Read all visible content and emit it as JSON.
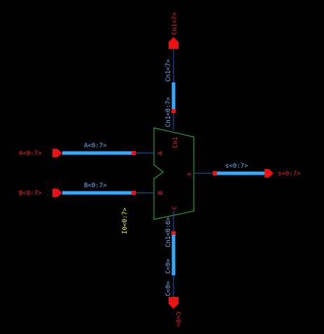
{
  "colors": {
    "background": "#000000",
    "bus": "#33aaff",
    "thin_wire": "#1e5fc8",
    "pin": "#ee1111",
    "label_red": "#ff2020",
    "label_blue": "#6fb8ff",
    "alu_outline": "#2fbf3f",
    "label_yellow": "#ffff40"
  },
  "alu": {
    "pin_a": "A",
    "pin_b": "B",
    "pin_c": "C",
    "pin_cn1": "Cn1",
    "pin_s": "s"
  },
  "ports": {
    "a_in": "A<0:7>",
    "b_in": "B<0:7>",
    "s_out": "s<0:7>",
    "cn1_out": "Cn1<7>",
    "c_in": "C<0>"
  },
  "nets": {
    "a_bus": "A<0:7>",
    "b_bus": "B<0:7>",
    "s_bus": "s<0:7>",
    "cn1_upper": "Cn1<7>",
    "cn1_lower": "Cn1<0:7>",
    "c_upper": "Cn1<0:6>",
    "c_lower1": "C<0>",
    "c_lower2": "C<0>"
  },
  "instance": {
    "label": "I0<0:7>"
  }
}
